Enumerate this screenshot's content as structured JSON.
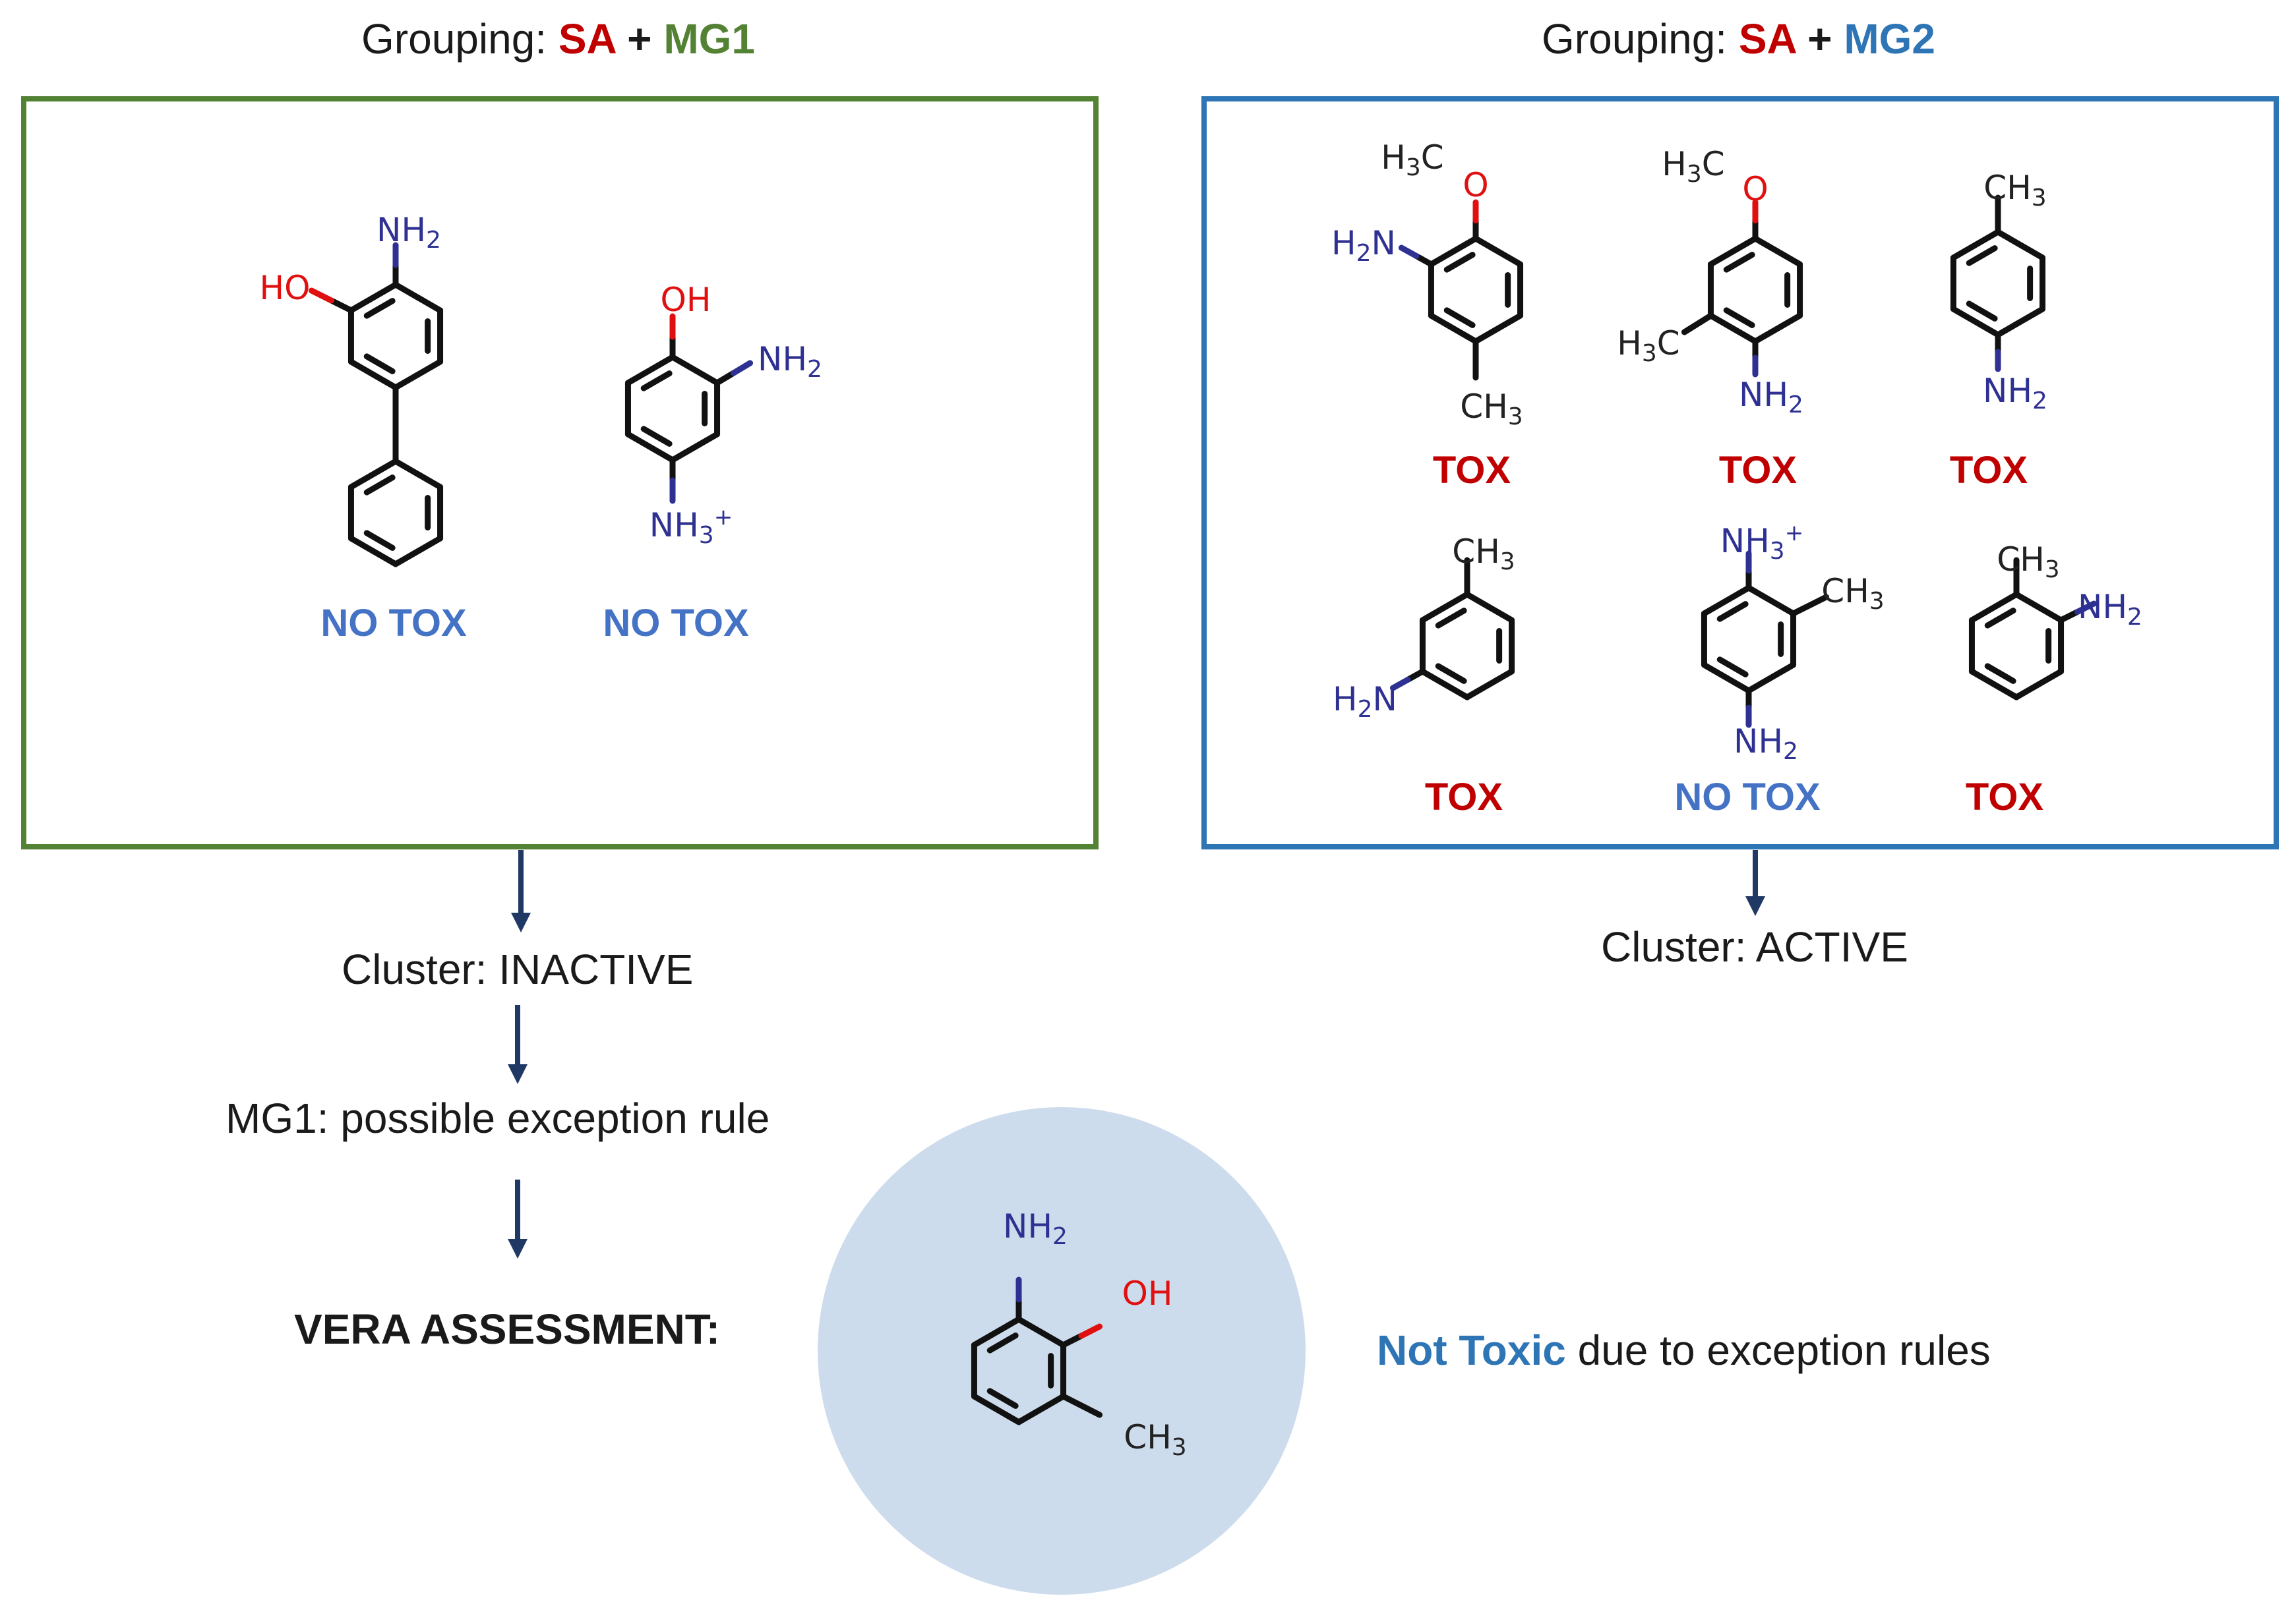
{
  "colors": {
    "sa": "#c00000",
    "mg1": "#548235",
    "mg2": "#2e75b6",
    "tox": "#c00000",
    "no_tox": "#4472c4",
    "amine": "#2e3192",
    "oxygen": "#e01010",
    "arrow": "#1f3864",
    "circle": "#cddcec",
    "not_toxic": "#2e75b6"
  },
  "left_group": {
    "prefix": "Grouping: ",
    "sa": "SA",
    "plus": " + ",
    "mg": "MG1",
    "labels": [
      "NO TOX",
      "NO TOX"
    ]
  },
  "right_group": {
    "prefix": "Grouping: ",
    "sa": "SA",
    "plus": " + ",
    "mg": "MG2",
    "labels_row1": [
      "TOX",
      "TOX",
      "TOX"
    ],
    "labels_row2": [
      "TOX",
      "NO TOX",
      "TOX"
    ]
  },
  "flow": {
    "cluster_inactive": "Cluster: INACTIVE",
    "cluster_active": "Cluster: ACTIVE",
    "exception_rule": "MG1: possible exception rule",
    "vera_assessment": "VERA ASSESSMENT:",
    "result_highlight": "Not Toxic",
    "result_rest": " due to exception rules"
  },
  "atoms": {
    "nh2": "NH",
    "nh3": "NH",
    "oh": "OH",
    "ho": "HO",
    "o": "O",
    "ch3": "CH",
    "h3c": "H",
    "h2n": "H",
    "h": "H",
    "c": "C",
    "n": "N",
    "sub2": "2",
    "sub3": "3",
    "plus": "+"
  }
}
